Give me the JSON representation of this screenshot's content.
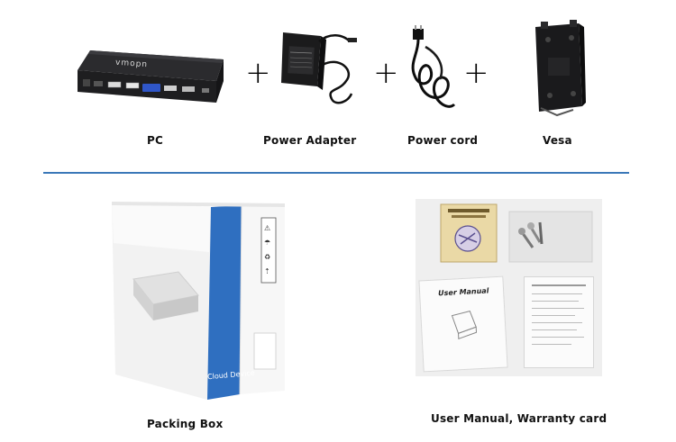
{
  "items_top": [
    {
      "label": "PC"
    },
    {
      "label": "Power Adapter"
    },
    {
      "label": "Power cord"
    },
    {
      "label": "Vesa"
    }
  ],
  "plus_sign": "+",
  "device_brand": "vmopn",
  "items_bottom": [
    {
      "label": "Packing Box"
    },
    {
      "label": "User Manual, Warranty card"
    }
  ],
  "box_side_text": "Cloud Device",
  "manual_title": "User Manual",
  "colors": {
    "divider": "#3a78b8",
    "box_stripe": "#2f6fc0",
    "vga_port": "#2f56c8"
  }
}
